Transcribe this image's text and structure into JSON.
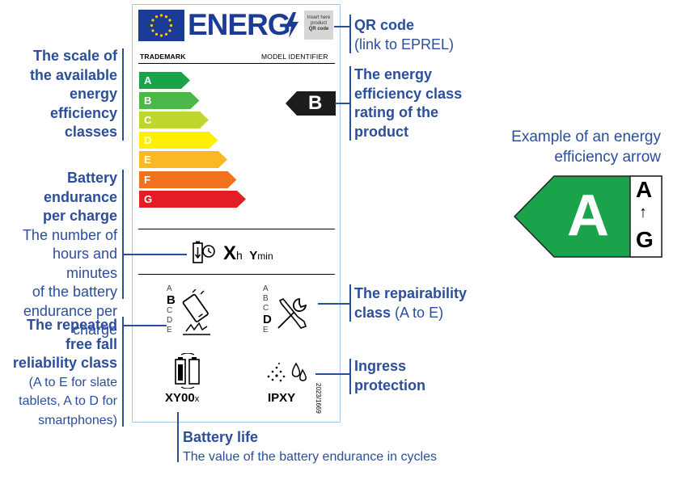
{
  "label": {
    "brand": "ENERG",
    "qr_placeholder": [
      "Insert here",
      "product",
      "QR code"
    ],
    "trademark": "TRADEMARK",
    "model_identifier": "MODEL IDENTIFIER",
    "classes": [
      "A",
      "B",
      "C",
      "D",
      "E",
      "F",
      "G"
    ],
    "class_colors": [
      "#1aa34a",
      "#4cb847",
      "#bfd630",
      "#fef000",
      "#fbb823",
      "#f1711f",
      "#e21d25"
    ],
    "rated_class": "B",
    "endurance": {
      "x": "X",
      "h": "h",
      "y": "Y",
      "min": "min"
    },
    "drop_scale": [
      "A",
      "B",
      "C",
      "D",
      "E"
    ],
    "repair_scale": [
      "A",
      "B",
      "C",
      "D",
      "E"
    ],
    "battery_cycles": "XY00",
    "battery_cycles_suffix": "x",
    "ingress": "IPXY",
    "regulation": "2023/1669"
  },
  "annotations": {
    "qr": {
      "title": "QR code",
      "sub": "(link to EPREL)"
    },
    "scale": {
      "title": [
        "The scale of",
        "the available",
        "energy",
        "efficiency",
        "classes"
      ]
    },
    "rating": {
      "title": [
        "The energy",
        "efficiency class",
        "rating of the",
        "product"
      ]
    },
    "endurance": {
      "title": [
        "Battery",
        "endurance",
        "per charge"
      ],
      "sub": [
        "The number of",
        "hours and minutes",
        "of the battery",
        "endurance per charge"
      ]
    },
    "repair": {
      "title": "The repairability",
      "title2": "class",
      "sub": " (A to E)"
    },
    "freefall": {
      "title": [
        "The repeated",
        "free fall",
        "reliability class"
      ],
      "sub": [
        "(A to E for slate",
        "tablets, A to D for",
        "smartphones)"
      ]
    },
    "ingress": {
      "title": [
        "Ingress",
        "protection"
      ]
    },
    "battery_life": {
      "title": "Battery life",
      "sub": "The value of the battery endurance in cycles"
    }
  },
  "example": {
    "caption": [
      "Example of an energy",
      "efficiency arrow"
    ],
    "letter": "A",
    "top": "A",
    "arrow": "↑",
    "bottom": "G",
    "color": "#1aa34a"
  }
}
